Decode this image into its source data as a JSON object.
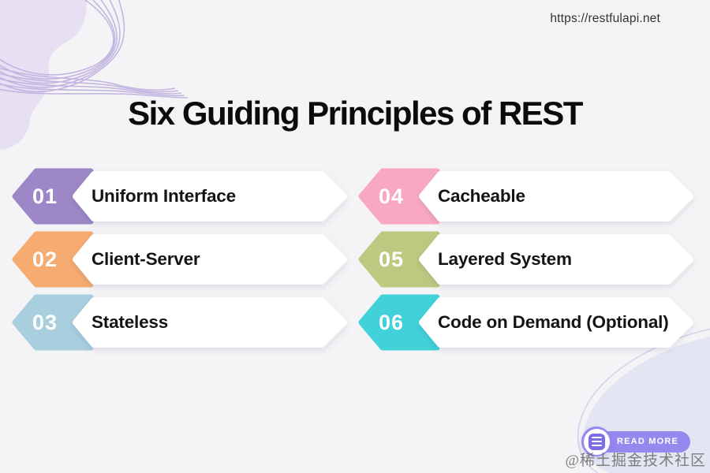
{
  "page": {
    "background_color": "#f4f3f5"
  },
  "header": {
    "site_url": "https://restfulapi.net",
    "title": "Six Guiding Principles of REST"
  },
  "principles": [
    {
      "number": "01",
      "label": "Uniform Interface",
      "color": "#9d87c6"
    },
    {
      "number": "02",
      "label": "Client-Server",
      "color": "#f6ab71"
    },
    {
      "number": "03",
      "label": "Stateless",
      "color": "#a9cede"
    },
    {
      "number": "04",
      "label": "Cacheable",
      "color": "#f8a9c1"
    },
    {
      "number": "05",
      "label": "Layered System",
      "color": "#bdc981"
    },
    {
      "number": "06",
      "label": "Code on Demand (Optional)",
      "color": "#41d1d8"
    }
  ],
  "read_more": {
    "label": "READ MORE",
    "icon": "list-menu-icon",
    "pill_color": "#9588ee",
    "icon_square_color": "#7b6ce6"
  },
  "watermark": {
    "text": "@稀土掘金技术社区"
  },
  "decor": {
    "top_left_blob_color": "#e7e0f3",
    "swirl_line_color": "#bbadde",
    "bottom_right_blob_color": "#e3e6f2",
    "bottom_right_outline_color": "#cdd3ec"
  }
}
